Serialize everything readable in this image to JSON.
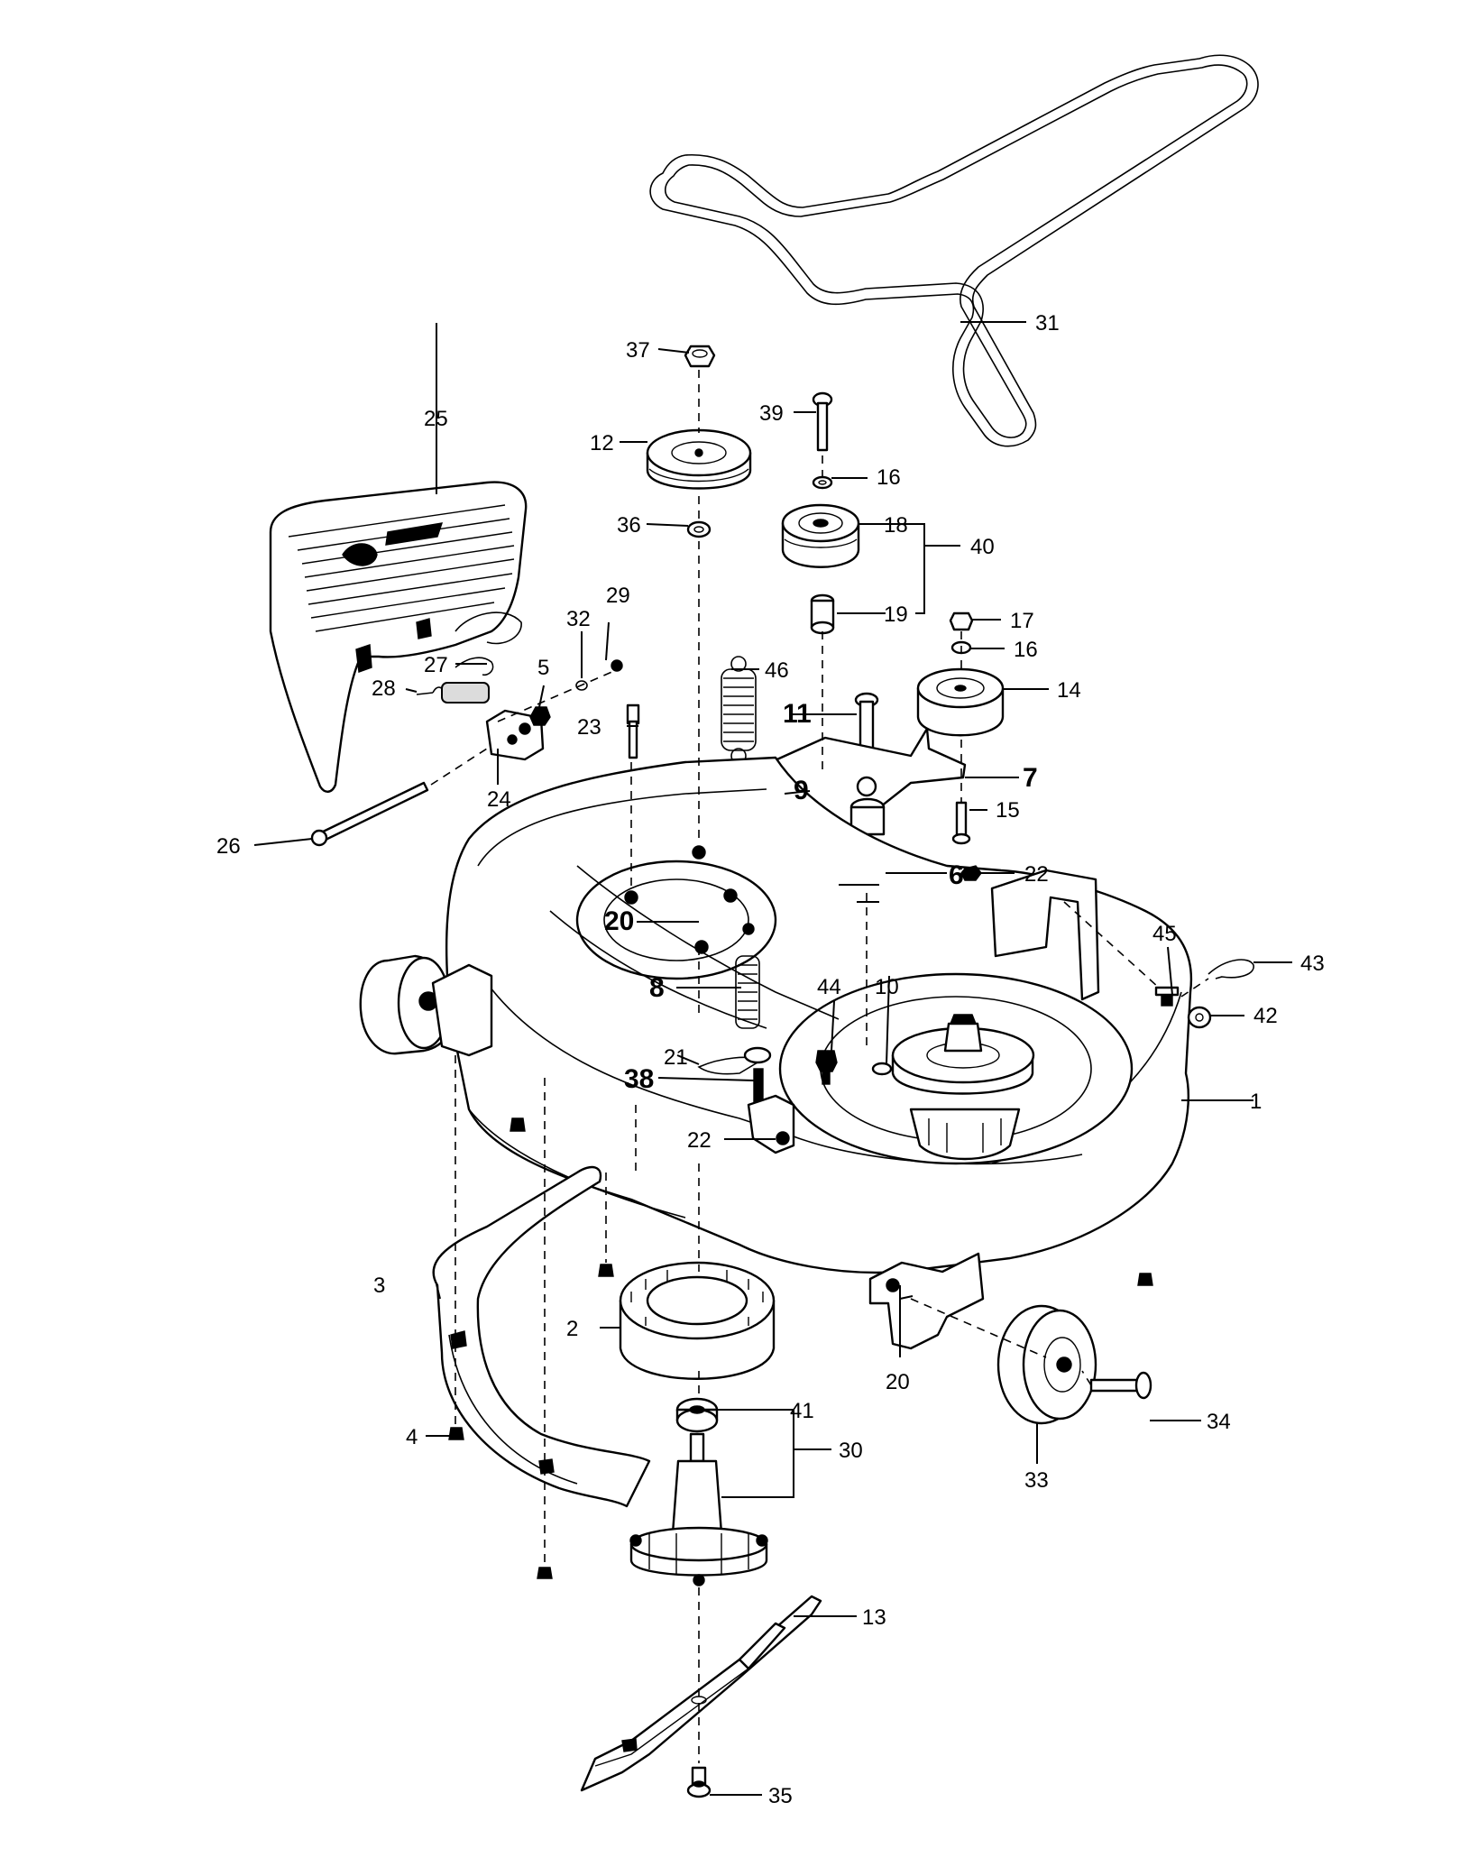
{
  "diagram": {
    "callouts": [
      {
        "id": "c1",
        "text": "1"
      },
      {
        "id": "c2",
        "text": "2"
      },
      {
        "id": "c3",
        "text": "3"
      },
      {
        "id": "c4",
        "text": "4"
      },
      {
        "id": "c5",
        "text": "5"
      },
      {
        "id": "c6",
        "text": "6"
      },
      {
        "id": "c7",
        "text": "7"
      },
      {
        "id": "c8",
        "text": "8"
      },
      {
        "id": "c9",
        "text": "9"
      },
      {
        "id": "c10",
        "text": "10"
      },
      {
        "id": "c11",
        "text": "11"
      },
      {
        "id": "c12",
        "text": "12"
      },
      {
        "id": "c13",
        "text": "13"
      },
      {
        "id": "c14",
        "text": "14"
      },
      {
        "id": "c15",
        "text": "15"
      },
      {
        "id": "c16a",
        "text": "16"
      },
      {
        "id": "c16b",
        "text": "16"
      },
      {
        "id": "c17",
        "text": "17"
      },
      {
        "id": "c18",
        "text": "18"
      },
      {
        "id": "c19",
        "text": "19"
      },
      {
        "id": "c20a",
        "text": "20"
      },
      {
        "id": "c20b",
        "text": "20"
      },
      {
        "id": "c21",
        "text": "21"
      },
      {
        "id": "c22a",
        "text": "22"
      },
      {
        "id": "c22b",
        "text": "22"
      },
      {
        "id": "c23",
        "text": "23"
      },
      {
        "id": "c24",
        "text": "24"
      },
      {
        "id": "c25",
        "text": "25"
      },
      {
        "id": "c26",
        "text": "26"
      },
      {
        "id": "c27",
        "text": "27"
      },
      {
        "id": "c28",
        "text": "28"
      },
      {
        "id": "c29",
        "text": "29"
      },
      {
        "id": "c30",
        "text": "30"
      },
      {
        "id": "c31",
        "text": "31"
      },
      {
        "id": "c32",
        "text": "32"
      },
      {
        "id": "c33",
        "text": "33"
      },
      {
        "id": "c34",
        "text": "34"
      },
      {
        "id": "c35",
        "text": "35"
      },
      {
        "id": "c36",
        "text": "36"
      },
      {
        "id": "c37",
        "text": "37"
      },
      {
        "id": "c38",
        "text": "38"
      },
      {
        "id": "c39",
        "text": "39"
      },
      {
        "id": "c40",
        "text": "40"
      },
      {
        "id": "c41",
        "text": "41"
      },
      {
        "id": "c42",
        "text": "42"
      },
      {
        "id": "c43",
        "text": "43"
      },
      {
        "id": "c44",
        "text": "44"
      },
      {
        "id": "c45",
        "text": "45"
      },
      {
        "id": "c46",
        "text": "46"
      }
    ]
  }
}
